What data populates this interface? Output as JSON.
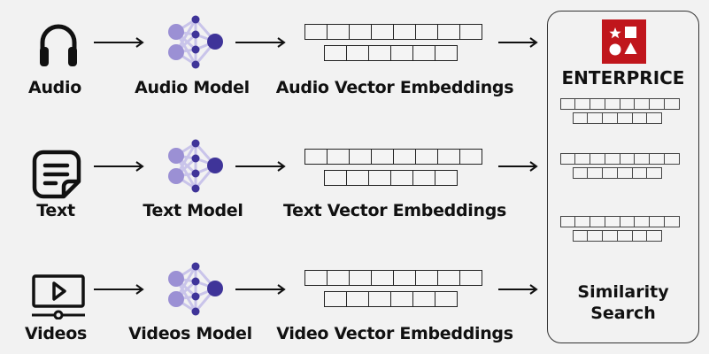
{
  "colors": {
    "background": "#f2f2f2",
    "ink": "#111111",
    "node_light": "#9b90d4",
    "node_dark": "#3f3499",
    "node_edge": "#c9c4ea",
    "logo_red": "#c0161c"
  },
  "rows": [
    {
      "input": {
        "label": "Audio",
        "icon": "headphones-icon"
      },
      "model": {
        "label": "Audio Model",
        "icon": "neural-network-icon"
      },
      "embeddings": {
        "label": "Audio Vector Embeddings",
        "top_cells": 8,
        "bottom_cells": 6
      }
    },
    {
      "input": {
        "label": "Text",
        "icon": "note-icon"
      },
      "model": {
        "label": "Text Model",
        "icon": "neural-network-icon"
      },
      "embeddings": {
        "label": "Text Vector Embeddings",
        "top_cells": 8,
        "bottom_cells": 6
      }
    },
    {
      "input": {
        "label": "Videos",
        "icon": "video-player-icon"
      },
      "model": {
        "label": "Videos Model",
        "icon": "neural-network-icon"
      },
      "embeddings": {
        "label": "Video Vector Embeddings",
        "top_cells": 8,
        "bottom_cells": 6
      }
    }
  ],
  "store": {
    "brand": "ENTERPRICE",
    "logo_icon": "shapes-logo-icon",
    "stored_vectors": 3,
    "footer": "Similarity\nSearch",
    "footer_lines": [
      "Similarity",
      "Search"
    ]
  }
}
